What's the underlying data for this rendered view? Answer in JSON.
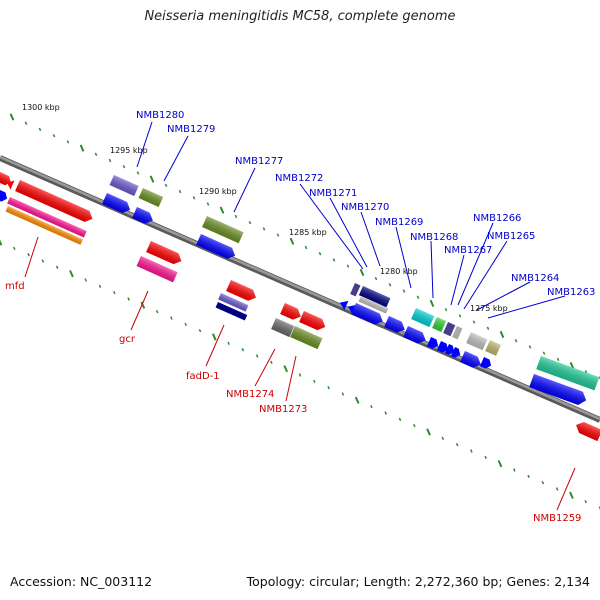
{
  "title": "Neisseria meningitidis MC58, complete genome",
  "footer": {
    "accession": "Accession: NC_003112",
    "topology": "Topology: circular; Length: 2,272,360 bp; Genes: 2,134"
  },
  "colors": {
    "backbone": "#7f7f7f",
    "tick": "#2e8b2e",
    "label_blue": "#0000cc",
    "label_red": "#cc0000"
  },
  "scale": [
    {
      "label": "1300 kbp"
    },
    {
      "label": "1295 kbp"
    },
    {
      "label": "1290 kbp"
    },
    {
      "label": "1285 kbp"
    },
    {
      "label": "1280 kbp"
    },
    {
      "label": "1275 kbp"
    }
  ],
  "labels_top": [
    {
      "name": "NMB1280"
    },
    {
      "name": "NMB1279"
    },
    {
      "name": "NMB1277"
    },
    {
      "name": "NMB1272"
    },
    {
      "name": "NMB1271"
    },
    {
      "name": "NMB1270"
    },
    {
      "name": "NMB1269"
    },
    {
      "name": "NMB1268"
    },
    {
      "name": "NMB1267"
    },
    {
      "name": "NMB1266"
    },
    {
      "name": "NMB1265"
    },
    {
      "name": "NMB1264"
    },
    {
      "name": "NMB1263"
    }
  ],
  "labels_bottom": [
    {
      "name": "mfd"
    },
    {
      "name": "gcr"
    },
    {
      "name": "fadD-1"
    },
    {
      "name": "NMB1274"
    },
    {
      "name": "NMB1273"
    },
    {
      "name": "NMB1259"
    }
  ]
}
